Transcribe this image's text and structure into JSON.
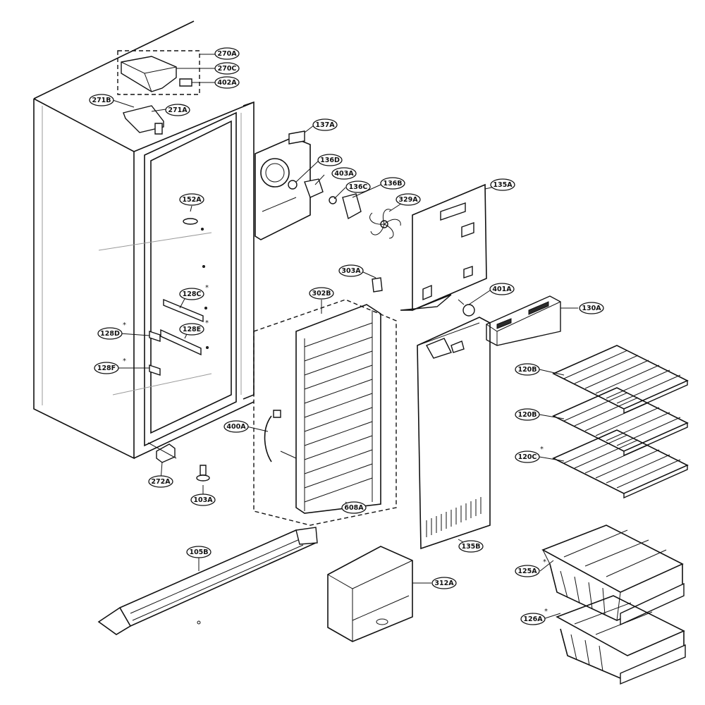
{
  "labels": [
    {
      "id": "270A",
      "text": "270A"
    },
    {
      "id": "270C",
      "text": "270C"
    },
    {
      "id": "402A",
      "text": "402A"
    },
    {
      "id": "271B",
      "text": "271B"
    },
    {
      "id": "271A",
      "text": "271A"
    },
    {
      "id": "137A",
      "text": "137A"
    },
    {
      "id": "136D",
      "text": "136D"
    },
    {
      "id": "403A",
      "text": "403A"
    },
    {
      "id": "136C",
      "text": "136C"
    },
    {
      "id": "136B",
      "text": "136B"
    },
    {
      "id": "329A",
      "text": "329A"
    },
    {
      "id": "135A",
      "text": "135A"
    },
    {
      "id": "152A",
      "text": "152A"
    },
    {
      "id": "303A",
      "text": "303A"
    },
    {
      "id": "302B",
      "text": "302B"
    },
    {
      "id": "401A",
      "text": "401A"
    },
    {
      "id": "130A",
      "text": "130A"
    },
    {
      "id": "128C",
      "text": "128C"
    },
    {
      "id": "128D",
      "text": "128D"
    },
    {
      "id": "128E",
      "text": "128E"
    },
    {
      "id": "128F",
      "text": "128F"
    },
    {
      "id": "120B_1",
      "text": "120B"
    },
    {
      "id": "120B_2",
      "text": "120B"
    },
    {
      "id": "120C",
      "text": "120C"
    },
    {
      "id": "400A",
      "text": "400A"
    },
    {
      "id": "272A",
      "text": "272A"
    },
    {
      "id": "103A",
      "text": "103A"
    },
    {
      "id": "608A",
      "text": "608A"
    },
    {
      "id": "135B",
      "text": "135B"
    },
    {
      "id": "105B",
      "text": "105B"
    },
    {
      "id": "312A",
      "text": "312A"
    },
    {
      "id": "125A",
      "text": "125A"
    },
    {
      "id": "126A",
      "text": "126A"
    }
  ],
  "asterisk": "*"
}
